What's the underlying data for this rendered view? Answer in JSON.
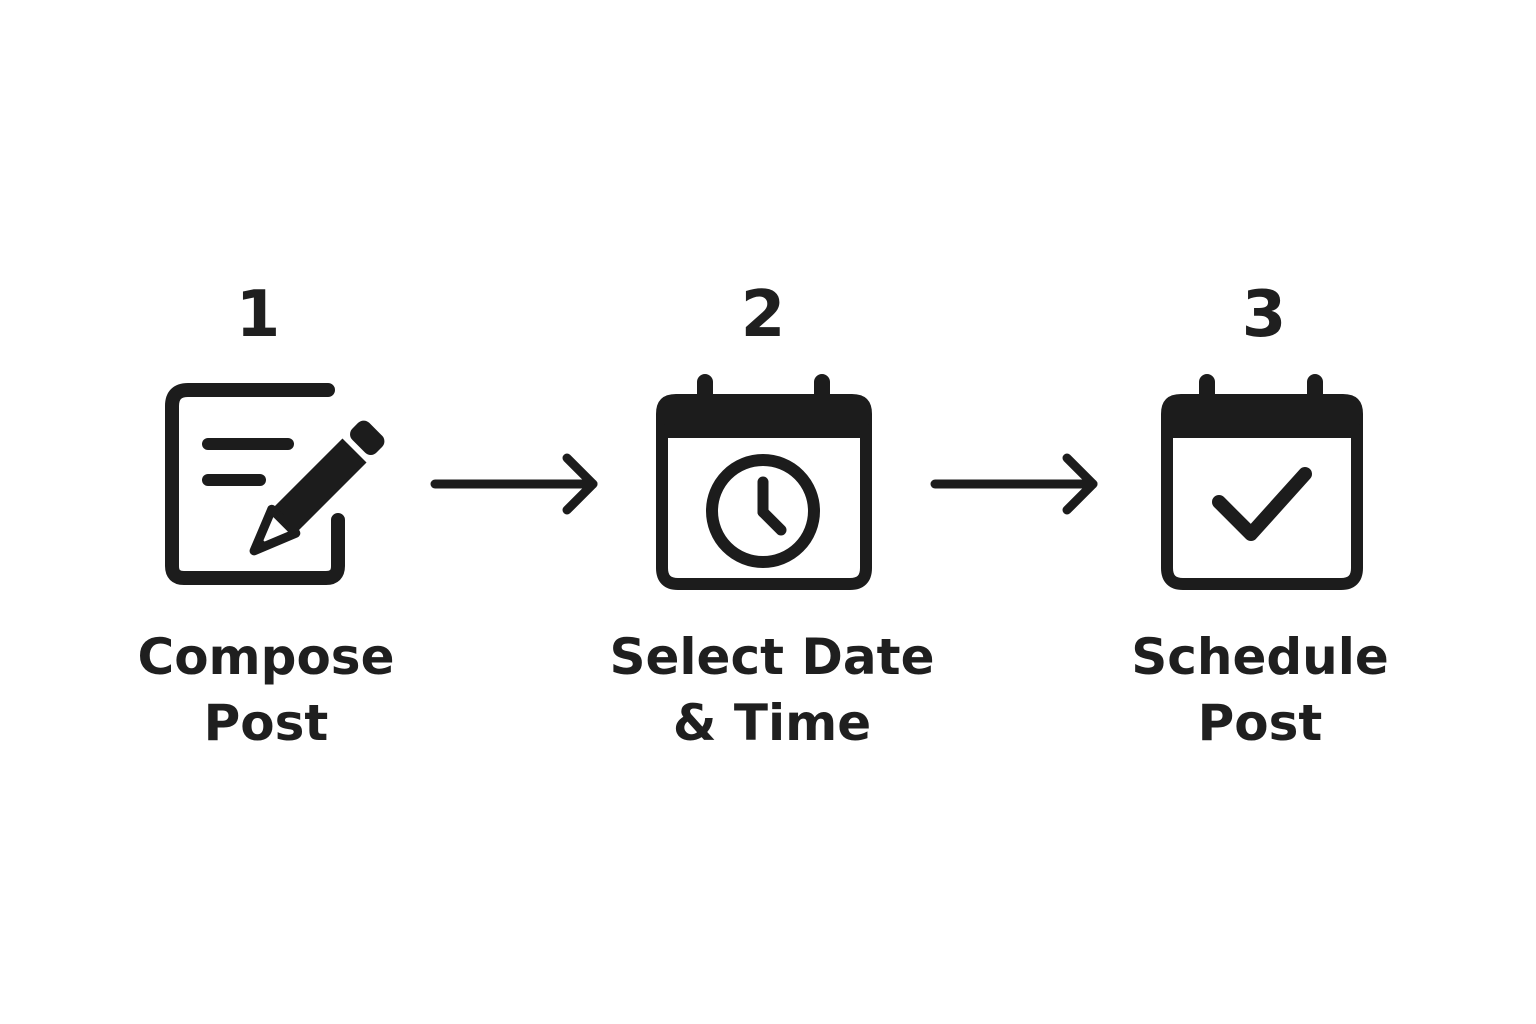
{
  "colors": {
    "ink": "#1c1c1c",
    "background": "#ffffff"
  },
  "steps": [
    {
      "number": "1",
      "label_line1": "Compose",
      "label_line2": "Post",
      "icon": "document-pencil-icon"
    },
    {
      "number": "2",
      "label_line1": "Select Date",
      "label_line2": "& Time",
      "icon": "calendar-clock-icon"
    },
    {
      "number": "3",
      "label_line1": "Schedule",
      "label_line2": "Post",
      "icon": "calendar-check-icon"
    }
  ],
  "connectors": [
    {
      "from": "1",
      "to": "2",
      "icon": "arrow-right-icon"
    },
    {
      "from": "2",
      "to": "3",
      "icon": "arrow-right-icon"
    }
  ]
}
